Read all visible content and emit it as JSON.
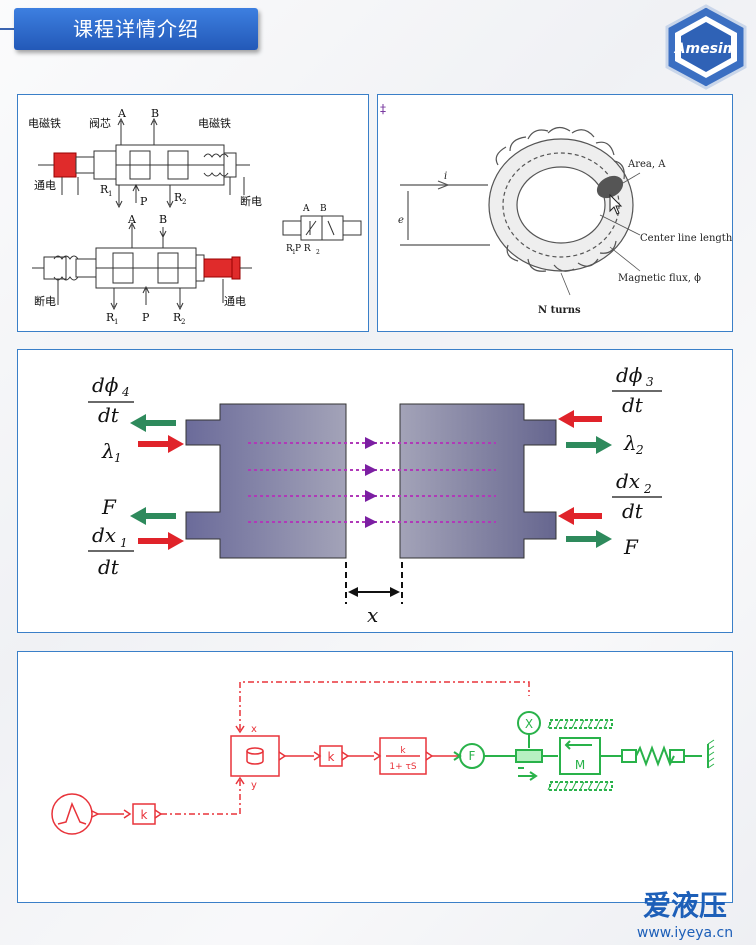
{
  "header": {
    "title": "课程详情介绍"
  },
  "logo": {
    "text": "Amesim"
  },
  "valve": {
    "top": {
      "left_solenoid": "电磁铁",
      "spool": "阀芯",
      "right_solenoid": "电磁铁",
      "port_a": "A",
      "port_b": "B",
      "port_r1": "R",
      "port_r1_sub": "1",
      "port_p": "P",
      "port_r2": "R",
      "port_r2_sub": "2",
      "energized": "通电",
      "deenergized": "断电"
    },
    "bottom": {
      "port_a": "A",
      "port_b": "B",
      "port_r1": "R",
      "port_r1_sub": "1",
      "port_p": "P",
      "port_r2": "R",
      "port_r2_sub": "2",
      "deenergized": "断电",
      "energized": "通电"
    },
    "symbol": {
      "port_a": "A",
      "port_b": "B",
      "ports_bottom": "R",
      "r1": "1",
      "p": " P R",
      "r2": "2"
    }
  },
  "toroid": {
    "current": "i",
    "emf": "e",
    "area": "Area, A",
    "center_line": "Center line length,",
    "flux": "Magnetic flux, ϕ",
    "turns": "N turns"
  },
  "magnet": {
    "left_top_num": "dϕ",
    "left_top_sub": "4",
    "left_top_den": "dt",
    "left_lambda": "λ",
    "left_lambda_sub": "1",
    "left_f": "F",
    "left_dx_num": "dx",
    "left_dx_sub": "1",
    "left_dx_den": "dt",
    "right_top_num": "dϕ",
    "right_top_sub": "3",
    "right_top_den": "dt",
    "right_lambda": "λ",
    "right_lambda_sub": "2",
    "right_dx_num": "dx",
    "right_dx_sub": "2",
    "right_dx_den": "dt",
    "right_f": "F",
    "gap": "x"
  },
  "model": {
    "gain1": "k",
    "gain2": "k",
    "tf_num": "k",
    "tf_den": "1+ τS",
    "port_x": "x",
    "port_y": "y",
    "force": "F",
    "mass": "M",
    "sensor": "X"
  },
  "watermark": {
    "brand": "爱液压",
    "url": "www.iyeya.cn"
  },
  "colors": {
    "title_bar": "#2f6dcc",
    "panel_border": "#3a7fc8",
    "diagram_red": "#e8333a",
    "diagram_green": "#29b24a",
    "arrow_green": "#2e8a5c",
    "arrow_red": "#e0232a"
  }
}
